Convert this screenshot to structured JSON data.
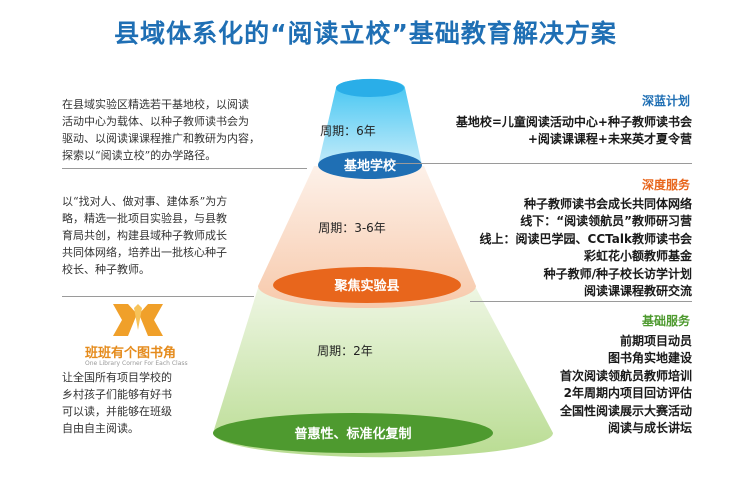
{
  "title": "县域体系化的“阅读立校”基础教育解决方案",
  "pyramid": {
    "levels": [
      {
        "label": "基地学校",
        "period": "周期：6年"
      },
      {
        "label": "聚焦实验县",
        "period": "周期：3-6年"
      },
      {
        "label": "普惠性、标准化复制",
        "period": "周期：2年"
      }
    ]
  },
  "left": {
    "desc1_lines": [
      "在县域实验区精选若干基地校，以阅读",
      "活动中心为载体、以种子教师读书会为",
      "驱动、以阅读课课程推广和教研为内容，",
      "探索以“阅读立校”的办学路径。"
    ],
    "desc2_lines": [
      "以“找对人、做对事、建体系”为方",
      "略，精选一批项目实验县，与县教",
      "育局共创，构建县域种子教师成长",
      "共同体网络，培养出一批核心种子",
      "校长、种子教师。"
    ],
    "desc3_lines": [
      "让全国所有项目学校的",
      "乡村孩子们能够有好书",
      "可以读，并能够在班级",
      "自由自主阅读。"
    ],
    "logo_name": "班班有个图书角",
    "logo_sub": "One Library Corner For Each Class"
  },
  "right": {
    "section1": {
      "title": "深蓝计划",
      "items": [
        "基地校=儿童阅读活动中心+种子教师读书会",
        "+阅读课课程+未来英才夏令营"
      ]
    },
    "section2": {
      "title": "深度服务",
      "items": [
        "种子教师读书会成长共同体网络",
        "线下：“阅读领航员”教师研习营",
        "线上：阅读巴学园、CCTalk教师读书会",
        "彩虹花小额教师基金",
        "种子教师/种子校长访学计划",
        "阅读课课程教研交流"
      ]
    },
    "section3": {
      "title": "基础服务",
      "items": [
        "前期项目动员",
        "图书角实地建设",
        "首次阅读领航员教师培训",
        "2年周期内项目回访评估",
        "全国性阅读展示大赛活动",
        "阅读与成长讲坛"
      ]
    }
  },
  "colors": {
    "title": "#1f6fb4",
    "blue": "#1f6fb4",
    "orange": "#e8661c",
    "green": "#4e9a2f"
  }
}
